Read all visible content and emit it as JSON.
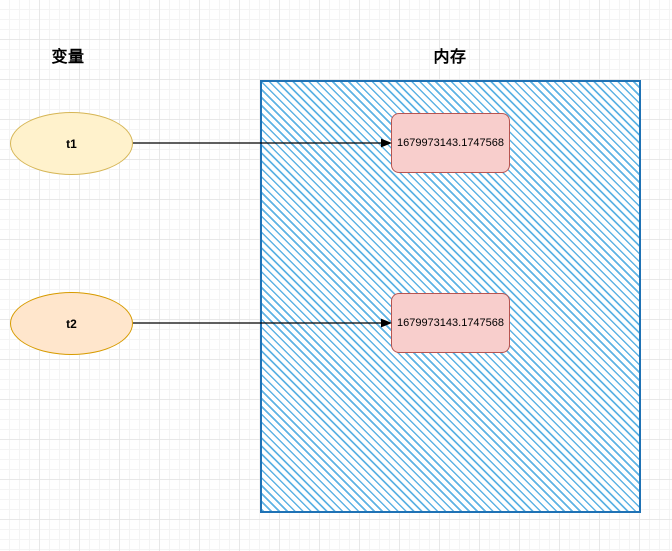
{
  "diagram": {
    "headings": {
      "variable": "变量",
      "memory": "内存"
    },
    "variables": [
      {
        "id": "t1",
        "label": "t1",
        "fill": "#fff2cc",
        "stroke": "#d6b656"
      },
      {
        "id": "t2",
        "label": "t2",
        "fill": "#ffe6cc",
        "stroke": "#d79b00"
      }
    ],
    "memory_values": [
      {
        "id": "value-1",
        "text": "1679973143.1747568",
        "fill": "#f8cecc",
        "stroke": "#b85450"
      },
      {
        "id": "value-2",
        "text": "1679973143.1747568",
        "fill": "#f8cecc",
        "stroke": "#b85450"
      }
    ],
    "memory_region": {
      "border_color": "#1f72b5",
      "hatch_color": "#5eb3e4"
    },
    "arrows": [
      {
        "from": "t1",
        "to": "value-1"
      },
      {
        "from": "t2",
        "to": "value-2"
      }
    ]
  }
}
